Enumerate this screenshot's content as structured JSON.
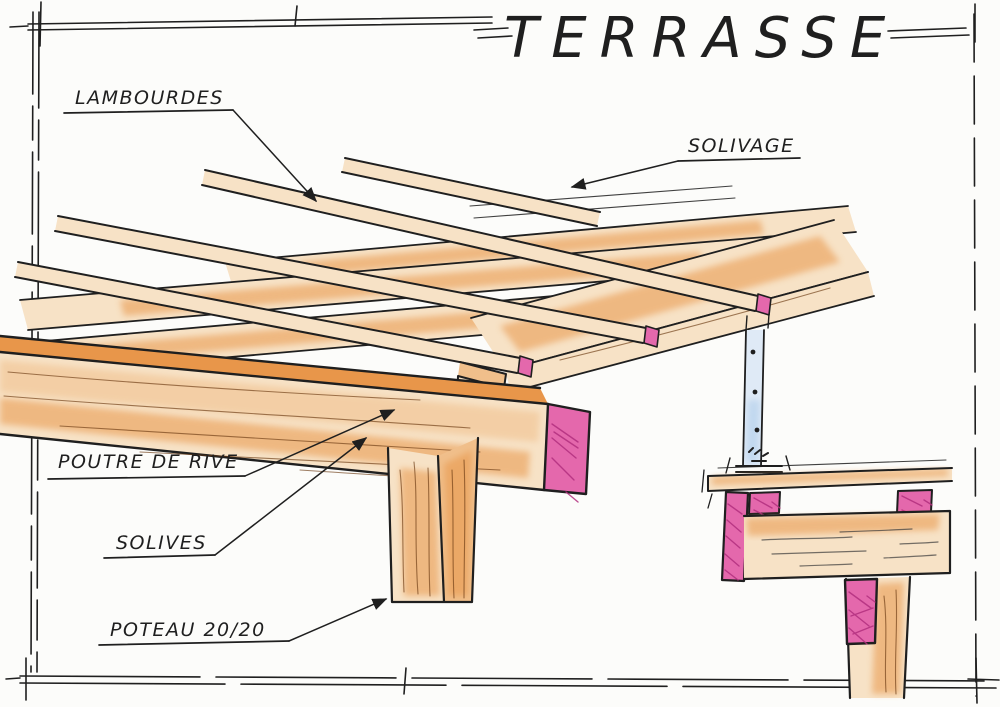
{
  "title": "TERRASSE",
  "labels": {
    "lambourdes": "LAMBOURDES",
    "solivage": "SOLIVAGE",
    "poutre_de_rive": "POUTRE DE RIVE",
    "solives": "SOLIVES",
    "poteau": "POTEAU 20/20"
  },
  "colors": {
    "paper": "#fcfcfa",
    "ink": "#1f1f1f",
    "wood_light": "#f7e2c6",
    "wood_mid": "#f0bf8b",
    "wood_orange": "#e8964a",
    "wood_deep": "#db7a22",
    "pink": "#e468ac",
    "pink_deep": "#b22f7e",
    "pink_light": "#f3b1d4",
    "blue_light": "#dfeaf6",
    "blue": "#a9c9e9",
    "grain": "#6b3a12"
  }
}
